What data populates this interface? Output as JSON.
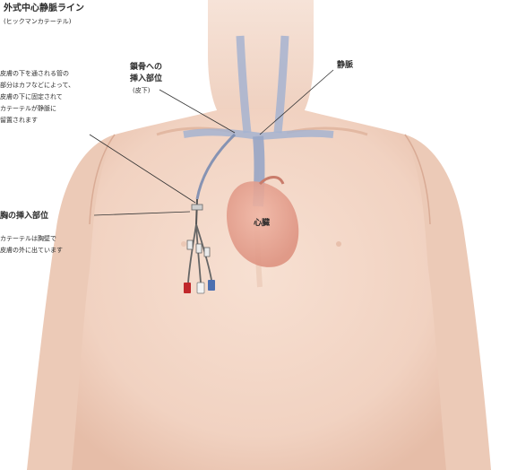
{
  "title": {
    "line1": "外式中心静脈ライン",
    "line2": "(ヒックマンカテーテル)"
  },
  "labels": {
    "subclavian_insert": {
      "line1": "鎖骨への",
      "line2": "挿入部位",
      "line3": "(皮下)"
    },
    "vein": "静脈",
    "heart": "心臓",
    "tunnel_note": [
      "皮膚の下を通される管の",
      "部分はカフなどによって、",
      "皮膚の下に固定されて",
      "カテーテルが静脈に",
      "留置されます"
    ],
    "exit_site": {
      "heading": "胸の挿入部位",
      "line1": "カテーテルは胸壁で",
      "line2": "皮膚の外に出ています"
    }
  },
  "colors": {
    "skin": "#f3d6c6",
    "skin_shadow": "#e4b9a3",
    "vein": "#9aa8c8",
    "heart": "#e7a391",
    "line": "#444444",
    "cap_red": "#c0282b",
    "cap_blue": "#4c6fb0"
  }
}
